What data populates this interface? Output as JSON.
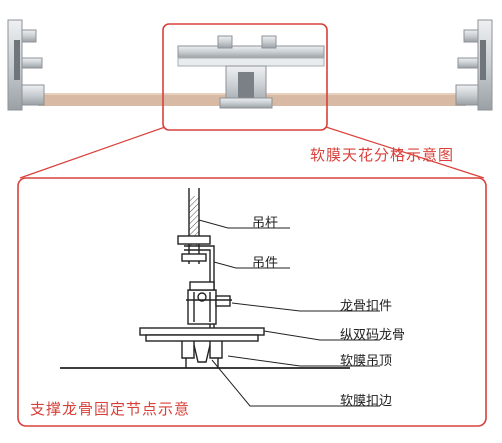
{
  "top_panel": {
    "caption": "软膜天花分格示意图"
  },
  "detail_panel": {
    "caption": "支撑龙骨固定节点示意",
    "labels": {
      "hanging_rod": "吊杆",
      "hanger": "吊件",
      "keel_clip": "龙骨扣件",
      "double_keel": "纵双码龙骨",
      "membrane_ceiling": "软膜吊顶",
      "membrane_edge": "软膜扣边"
    }
  },
  "colors": {
    "accent_red": "#d9403a",
    "membrane": "#d8b9a3",
    "aluminium": "#cfd3d6",
    "ink": "#222222"
  }
}
